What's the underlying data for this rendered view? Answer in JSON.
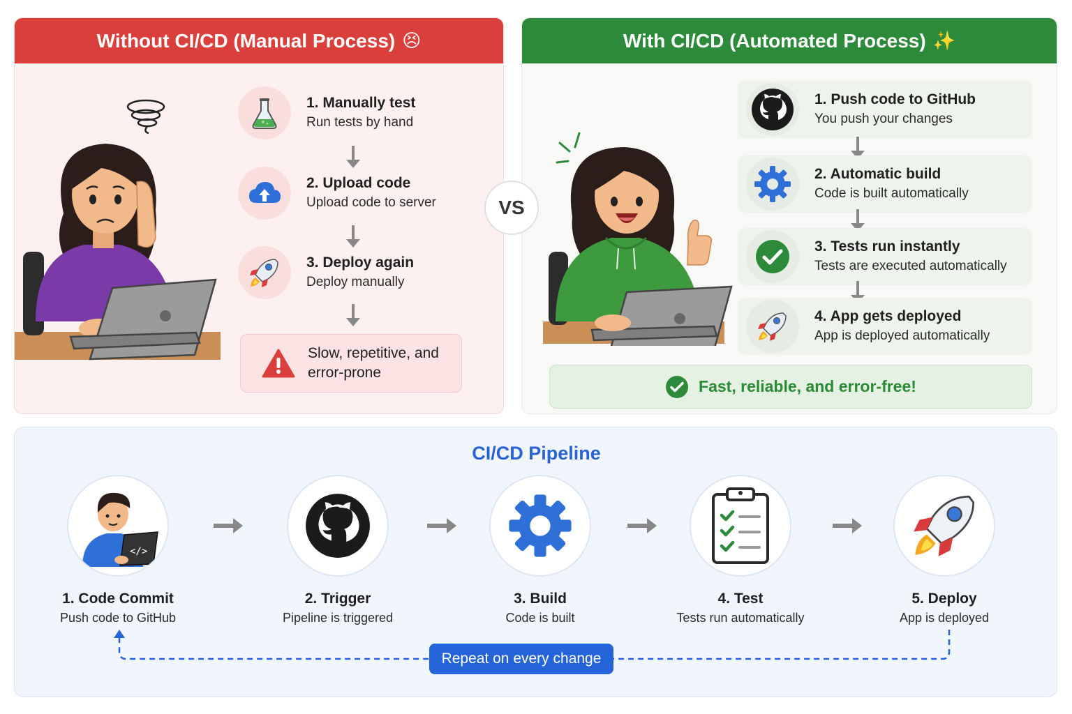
{
  "manual": {
    "title": "Without CI/CD (Manual Process)",
    "title_emoji": "😣",
    "steps": [
      {
        "title": "1. Manually test",
        "desc": "Run tests by hand",
        "icon": "flask-icon"
      },
      {
        "title": "2. Upload code",
        "desc": "Upload code to server",
        "icon": "cloud-upload-icon"
      },
      {
        "title": "3. Deploy again",
        "desc": "Deploy manually",
        "icon": "rocket-icon"
      }
    ],
    "warning": "Slow, repetitive, and error-prone"
  },
  "vs": "VS",
  "automated": {
    "title": "With CI/CD (Automated Process)",
    "title_emoji": "✨",
    "steps": [
      {
        "title": "1. Push code to GitHub",
        "desc": "You push your changes",
        "icon": "github-icon"
      },
      {
        "title": "2. Automatic build",
        "desc": "Code is built automatically",
        "icon": "gear-icon"
      },
      {
        "title": "3. Tests run instantly",
        "desc": "Tests are executed automatically",
        "icon": "check-circle-icon"
      },
      {
        "title": "4. App gets deployed",
        "desc": "App is deployed automatically",
        "icon": "rocket-icon"
      }
    ],
    "success": "Fast, reliable, and error-free!"
  },
  "pipeline": {
    "title": "CI/CD Pipeline",
    "stages": [
      {
        "label": "1. Code Commit",
        "desc": "Push code to GitHub",
        "icon": "developer-laptop-icon"
      },
      {
        "label": "2. Trigger",
        "desc": "Pipeline is triggered",
        "icon": "github-icon"
      },
      {
        "label": "3. Build",
        "desc": "Code is built",
        "icon": "gear-icon"
      },
      {
        "label": "4. Test",
        "desc": "Tests run automatically",
        "icon": "clipboard-checklist-icon"
      },
      {
        "label": "5. Deploy",
        "desc": "App is deployed",
        "icon": "rocket-icon"
      }
    ],
    "repeat": "Repeat on every change"
  },
  "colors": {
    "manual_header": "#d9403c",
    "auto_header": "#2d8a3a",
    "pipeline_accent": "#2563d8",
    "success_green": "#2b8a36",
    "gear_blue": "#2f6fd8"
  }
}
